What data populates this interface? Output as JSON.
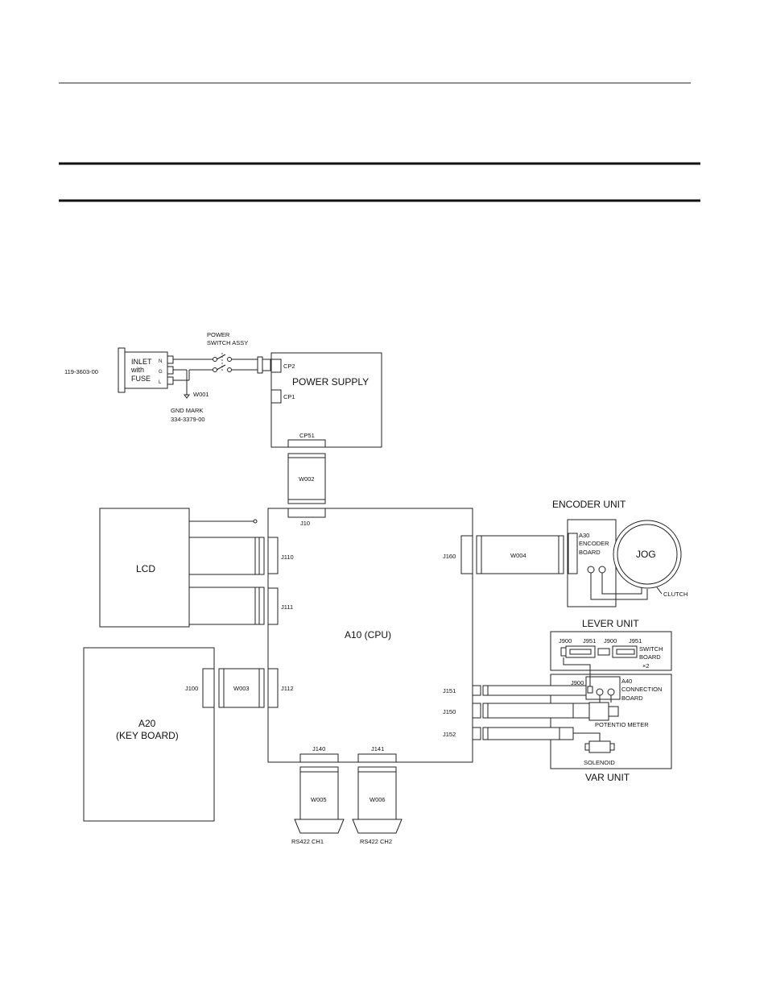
{
  "labels": {
    "inlet_part_no": "119-3603-00",
    "inlet_l1": "INLET",
    "inlet_l2": "with",
    "inlet_l3": "FUSE",
    "pin_n": "N",
    "pin_g": "G",
    "pin_l": "L",
    "power_switch_l1": "POWER",
    "power_switch_l2": "SWITCH ASSY",
    "w001": "W001",
    "gnd_mark": "GND MARK",
    "gnd_part_no": "334-3379-00",
    "power_supply": "POWER SUPPLY",
    "cp2": "CP2",
    "cp1": "CP1",
    "cp51": "CP51",
    "w002": "W002",
    "j10": "J10",
    "lcd": "LCD",
    "j110": "J110",
    "j111": "J111",
    "cpu": "A10 (CPU)",
    "j112": "J112",
    "j100": "J100",
    "w003": "W003",
    "keyboard_l1": "A20",
    "keyboard_l2": "(KEY BOARD)",
    "j140": "J140",
    "j141": "J141",
    "w005": "W005",
    "w006": "W006",
    "rs422_ch1": "RS422  CH1",
    "rs422_ch2": "RS422  CH2",
    "encoder_unit": "ENCODER UNIT",
    "j160": "J160",
    "w004": "W004",
    "a30_l1": "A30",
    "a30_l2": "ENCODER",
    "a30_l3": "BOARD",
    "jog": "JOG",
    "clutch": "CLUTCH",
    "lever_unit": "LEVER UNIT",
    "j900_a": "J900",
    "j951_a": "J951",
    "j900_b": "J900",
    "j951_b": "J951",
    "switch_board_l1": "SWITCH",
    "switch_board_l2": "BOARD",
    "switch_board_l3": "×2",
    "j900_c": "J900",
    "a40_l1": "A40",
    "a40_l2": "CONNECTION",
    "a40_l3": "BOARD",
    "j151": "J151",
    "j150": "J150",
    "j152": "J152",
    "potentio_meter": "POTENTIO METER",
    "solenoid": "SOLENOID",
    "var_unit": "VAR UNIT"
  }
}
